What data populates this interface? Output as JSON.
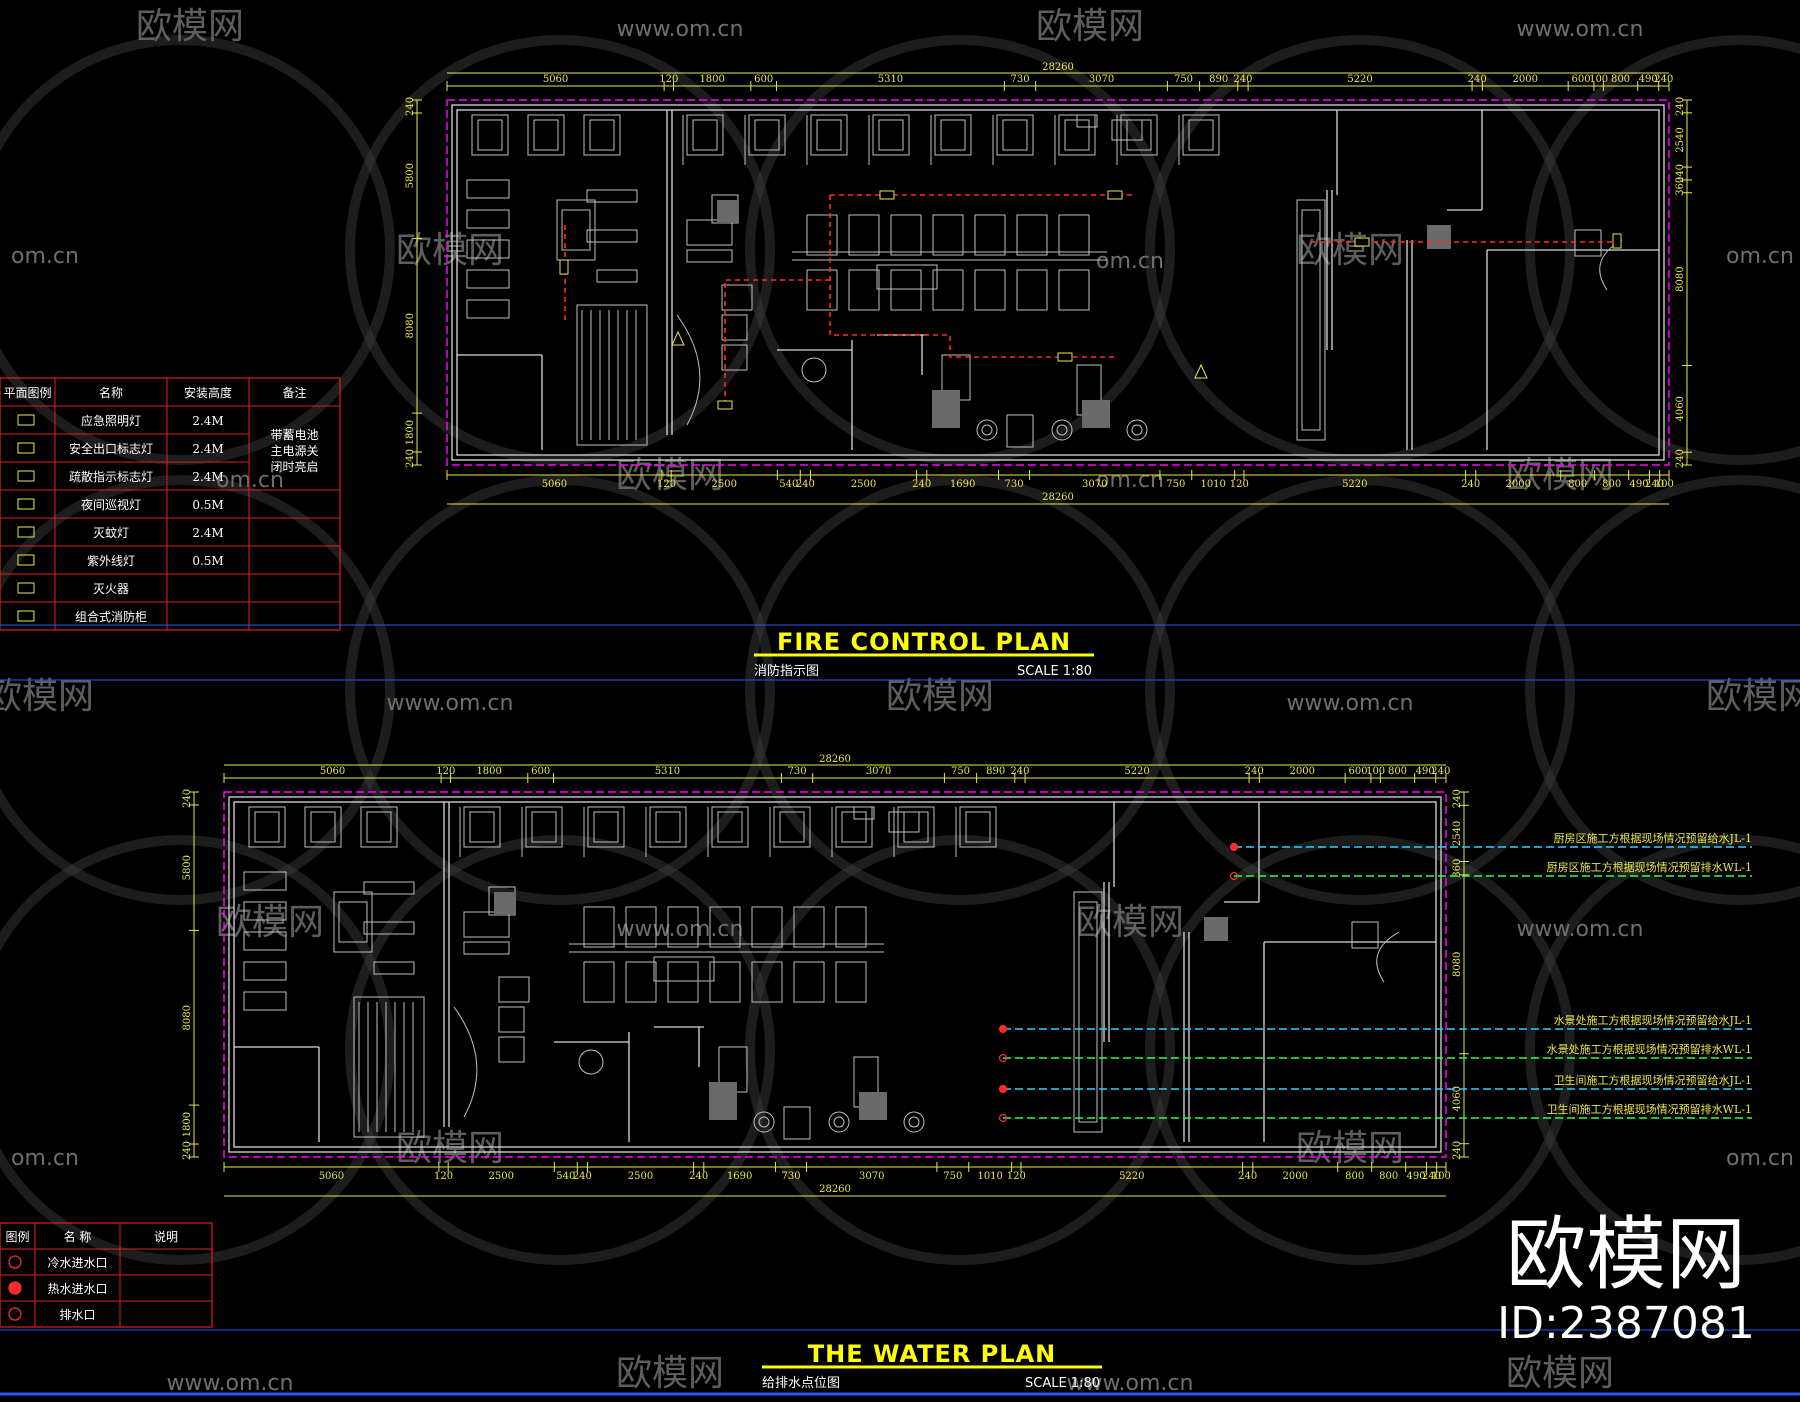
{
  "colors": {
    "background": "#000000",
    "dimension": "#e8e84a",
    "wall": "#d9d9d9",
    "boundary": "#ff00ff",
    "fire_line": "#ff2a2a",
    "cold_water_line": "#2ad4ff",
    "drain_line": "#2aff4a",
    "table_border": "#e02020",
    "title": "#ffff00",
    "rule_blue": "#2a55ff",
    "watermark": "#6f6f6f"
  },
  "watermarks": {
    "brand": "欧模网",
    "url": "www.om.cn",
    "short_url": "om.cn",
    "id_text": "ID:2387081"
  },
  "fire_plan": {
    "title": "FIRE CONTROL PLAN",
    "subtitle": "消防指示图",
    "scale": "SCALE  1:80",
    "total_width": "28260",
    "top_dims": [
      "5060",
      "120",
      "1800",
      "600",
      "5310",
      "730",
      "3070",
      "750",
      "890",
      "240",
      "5220",
      "240",
      "2000",
      "600",
      "100",
      "800",
      "490",
      "240"
    ],
    "bottom_dims": [
      "5060",
      "120",
      "2500",
      "540",
      "240",
      "2500",
      "240",
      "1690",
      "730",
      "3070",
      "750",
      "1010",
      "120",
      "5220",
      "240",
      "2000",
      "800",
      "800",
      "490",
      "240",
      "100"
    ],
    "left_dims": [
      "240",
      "5800",
      "8080",
      "1800",
      "240"
    ],
    "right_dims": [
      "240",
      "2540",
      "240",
      "360",
      "8080",
      "4060",
      "240"
    ],
    "legend": {
      "headers": [
        "平面图例",
        "名称",
        "安装高度",
        "备注"
      ],
      "rows": [
        {
          "icon": "emergency-light-icon",
          "name": "应急照明灯",
          "height": "2.4M"
        },
        {
          "icon": "exit-sign-icon",
          "name": "安全出口标志灯",
          "height": "2.4M"
        },
        {
          "icon": "evacuation-sign-icon",
          "name": "疏散指示标志灯",
          "height": "2.4M"
        },
        {
          "icon": "night-light-icon",
          "name": "夜间巡视灯",
          "height": "0.5M"
        },
        {
          "icon": "mosquito-lamp-icon",
          "name": "灭蚊灯",
          "height": "2.4M"
        },
        {
          "icon": "uv-lamp-icon",
          "name": "紫外线灯",
          "height": "0.5M"
        },
        {
          "icon": "extinguisher-icon",
          "name": "灭火器",
          "height": ""
        },
        {
          "icon": "fire-cabinet-icon",
          "name": "组合式消防柜",
          "height": ""
        }
      ],
      "note_lines": [
        "带蓄电池",
        "主电源关",
        "闭时亮启"
      ]
    }
  },
  "water_plan": {
    "title": "THE WATER  PLAN",
    "subtitle": "给排水点位图",
    "scale": "SCALE  1:80",
    "total_width": "28260",
    "top_dims": [
      "5060",
      "120",
      "1800",
      "600",
      "5310",
      "730",
      "3070",
      "750",
      "890",
      "240",
      "5220",
      "240",
      "2000",
      "600",
      "100",
      "800",
      "490",
      "240"
    ],
    "bottom_dims": [
      "5060",
      "120",
      "2500",
      "540",
      "240",
      "2500",
      "240",
      "1690",
      "730",
      "3070",
      "750",
      "1010",
      "120",
      "5220",
      "240",
      "2000",
      "800",
      "800",
      "490",
      "240",
      "100"
    ],
    "left_dims": [
      "240",
      "5800",
      "8080",
      "1800",
      "240"
    ],
    "right_dims": [
      "240",
      "2540",
      "360",
      "8080",
      "4060",
      "240"
    ],
    "pipe_labels": [
      {
        "text": "厨房区施工方根据现场情况预留给水JL-1",
        "kind": "supply"
      },
      {
        "text": "厨房区施工方根据现场情况预留排水WL-1",
        "kind": "drain"
      },
      {
        "text": "水景处施工方根据现场情况预留给水JL-1",
        "kind": "supply"
      },
      {
        "text": "水景处施工方根据现场情况预留排水WL-1",
        "kind": "drain"
      },
      {
        "text": "卫生间施工方根据现场情况预留给水JL-1",
        "kind": "supply"
      },
      {
        "text": "卫生间施工方根据现场情况预留排水WL-1",
        "kind": "drain"
      }
    ],
    "legend": {
      "headers": [
        "图例",
        "名 称",
        "说明"
      ],
      "rows": [
        {
          "icon": "cold-water-inlet-icon",
          "name": "冷水进水口"
        },
        {
          "icon": "hot-water-inlet-icon",
          "name": "热水进水口"
        },
        {
          "icon": "drain-outlet-icon",
          "name": "排水口"
        }
      ]
    }
  }
}
